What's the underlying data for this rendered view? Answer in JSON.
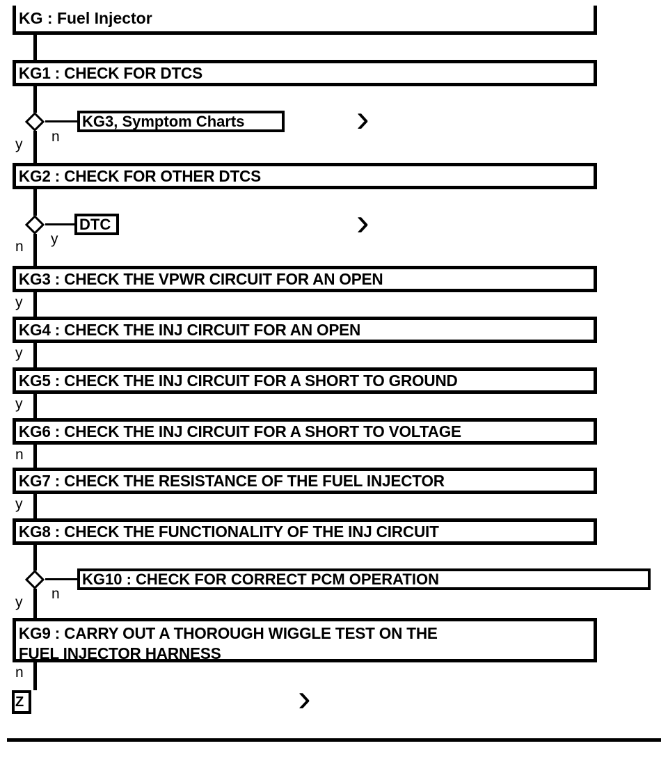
{
  "document": {
    "title": "KG : Fuel Injector",
    "type": "diagnostic-flowchart"
  },
  "chart_data": {
    "type": "flowchart",
    "title": "KG : Fuel Injector",
    "orientation": "vertical",
    "nodes": [
      {
        "id": "title",
        "kind": "title",
        "label": "KG : Fuel Injector"
      },
      {
        "id": "KG1",
        "kind": "step",
        "label": "KG1 : CHECK FOR DTCS"
      },
      {
        "id": "D1",
        "kind": "decision",
        "yes_label": "y",
        "no_label": "n"
      },
      {
        "id": "R1",
        "kind": "reference",
        "label": "KG3, Symptom Charts"
      },
      {
        "id": "KG2",
        "kind": "step",
        "label": "KG2 : CHECK FOR OTHER DTCS"
      },
      {
        "id": "D2",
        "kind": "decision",
        "yes_label": "y",
        "no_label": "n"
      },
      {
        "id": "R2",
        "kind": "reference",
        "label": "DTC"
      },
      {
        "id": "KG3",
        "kind": "step",
        "label": "KG3 : CHECK THE VPWR CIRCUIT FOR AN OPEN"
      },
      {
        "id": "KG4",
        "kind": "step",
        "label": "KG4 : CHECK THE INJ CIRCUIT FOR AN OPEN"
      },
      {
        "id": "KG5",
        "kind": "step",
        "label": "KG5 : CHECK THE INJ CIRCUIT FOR A SHORT TO GROUND"
      },
      {
        "id": "KG6",
        "kind": "step",
        "label": "KG6 : CHECK THE INJ CIRCUIT FOR A SHORT TO VOLTAGE"
      },
      {
        "id": "KG7",
        "kind": "step",
        "label": "KG7 : CHECK THE RESISTANCE OF THE FUEL INJECTOR"
      },
      {
        "id": "KG8",
        "kind": "step",
        "label": "KG8 : CHECK THE FUNCTIONALITY OF THE INJ CIRCUIT"
      },
      {
        "id": "D3",
        "kind": "decision",
        "yes_label": "y",
        "no_label": "n"
      },
      {
        "id": "R3",
        "kind": "reference",
        "label": "KG10 : CHECK FOR CORRECT PCM OPERATION"
      },
      {
        "id": "KG9",
        "kind": "step",
        "label": "KG9 : CARRY OUT A THOROUGH WIGGLE TEST ON THE\nFUEL INJECTOR HARNESS"
      },
      {
        "id": "Z",
        "kind": "reference",
        "label": "Z"
      }
    ],
    "edges": [
      {
        "from": "title",
        "to": "KG1",
        "label": ""
      },
      {
        "from": "KG1",
        "to": "D1",
        "label": ""
      },
      {
        "from": "D1",
        "to": "R1",
        "label": "n"
      },
      {
        "from": "D1",
        "to": "KG2",
        "label": "y"
      },
      {
        "from": "KG2",
        "to": "D2",
        "label": ""
      },
      {
        "from": "D2",
        "to": "R2",
        "label": "y"
      },
      {
        "from": "D2",
        "to": "KG3",
        "label": "n"
      },
      {
        "from": "KG3",
        "to": "KG4",
        "label": "y"
      },
      {
        "from": "KG4",
        "to": "KG5",
        "label": "y"
      },
      {
        "from": "KG5",
        "to": "KG6",
        "label": "y"
      },
      {
        "from": "KG6",
        "to": "KG7",
        "label": "n"
      },
      {
        "from": "KG7",
        "to": "KG8",
        "label": "y"
      },
      {
        "from": "KG8",
        "to": "D3",
        "label": ""
      },
      {
        "from": "D3",
        "to": "R3",
        "label": "n"
      },
      {
        "from": "D3",
        "to": "KG9",
        "label": "y"
      },
      {
        "from": "KG9",
        "to": "Z",
        "label": "n"
      }
    ],
    "colors": {
      "stroke": "#000000",
      "fill": "#ffffff",
      "text": "#000000"
    }
  },
  "steps": {
    "title": "KG : Fuel Injector",
    "kg1": "KG1 : CHECK FOR DTCS",
    "kg2": "KG2 : CHECK FOR OTHER DTCS",
    "kg3": "KG3 : CHECK THE VPWR CIRCUIT FOR AN OPEN",
    "kg4": "KG4 : CHECK THE INJ CIRCUIT FOR AN OPEN",
    "kg5": "KG5 : CHECK THE INJ CIRCUIT FOR A SHORT TO GROUND",
    "kg6": "KG6 : CHECK THE INJ CIRCUIT FOR A SHORT TO VOLTAGE",
    "kg7": "KG7 : CHECK THE RESISTANCE OF THE FUEL INJECTOR",
    "kg8": "KG8 : CHECK THE FUNCTIONALITY OF THE INJ CIRCUIT",
    "kg9": "KG9 : CARRY OUT A THOROUGH WIGGLE TEST ON THE\nFUEL INJECTOR HARNESS"
  },
  "references": {
    "symptom_charts": "KG3, Symptom Charts",
    "dtc": "DTC",
    "kg10": "KG10 : CHECK FOR CORRECT PCM OPERATION",
    "z": "Z"
  },
  "branches": {
    "d1_yes": "y",
    "d1_no": "n",
    "d2_no": "n",
    "d2_yes": "y",
    "kg3_yes": "y",
    "kg4_yes": "y",
    "kg5_yes": "y",
    "kg6_no": "n",
    "kg7_yes": "y",
    "d3_yes": "y",
    "d3_no": "n",
    "kg9_no": "n"
  },
  "glyphs": {
    "chevron": "›"
  }
}
